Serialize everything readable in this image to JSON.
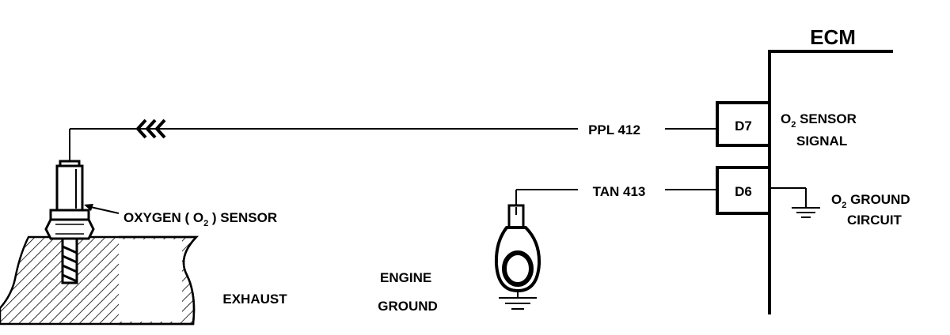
{
  "labels": {
    "ecm": "ECM",
    "pin_d7": "D7",
    "pin_d6": "D6",
    "wire_signal": "PPL 412",
    "wire_ground": "TAN 413",
    "sensor_label": {
      "prefix": "OXYGEN ( O",
      "sub": "2",
      "suffix": " ) SENSOR"
    },
    "signal_label": {
      "line1_prefix": "O",
      "line1_sub": "2",
      "line1_suffix": " SENSOR",
      "line2": "SIGNAL"
    },
    "ground_circuit_label": {
      "line1_prefix": "O",
      "line1_sub": "2",
      "line1_suffix": " GROUND",
      "line2": "CIRCUIT"
    },
    "exhaust": "EXHAUST",
    "engine_ground": {
      "line1": "ENGINE",
      "line2": "GROUND"
    }
  },
  "colors": {
    "ink": "#000000",
    "background": "#ffffff"
  }
}
